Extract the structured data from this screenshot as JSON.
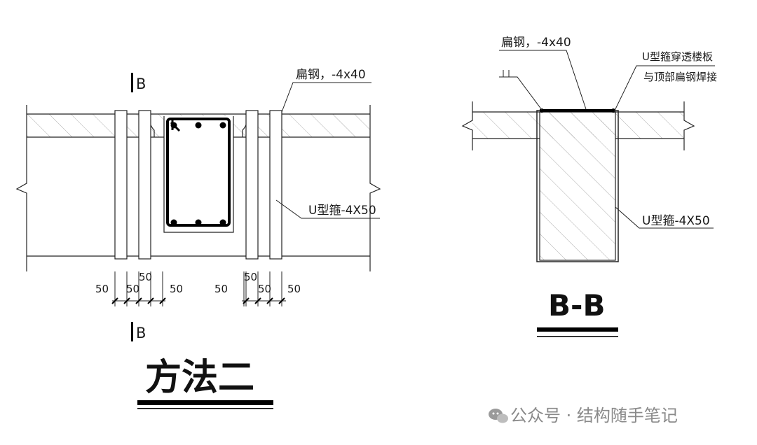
{
  "left_view": {
    "section_mark": "B",
    "flat_steel_label": "扁钢，-4x40",
    "u_hoop_label": "U型箍-4X50",
    "dims_group1": [
      "50",
      "50",
      "50",
      "50"
    ],
    "dims_group2": [
      "50",
      "50",
      "50",
      "50"
    ],
    "title": "方法二"
  },
  "right_view": {
    "flat_steel_label": "扁钢，-4x40",
    "note_line1": "U型箍穿透楼板",
    "note_line2": "与顶部扁钢焊接",
    "u_hoop_label": "U型箍-4X50",
    "title": "B-B"
  },
  "watermark": {
    "text": "公众号 · 结构随手笔记"
  }
}
